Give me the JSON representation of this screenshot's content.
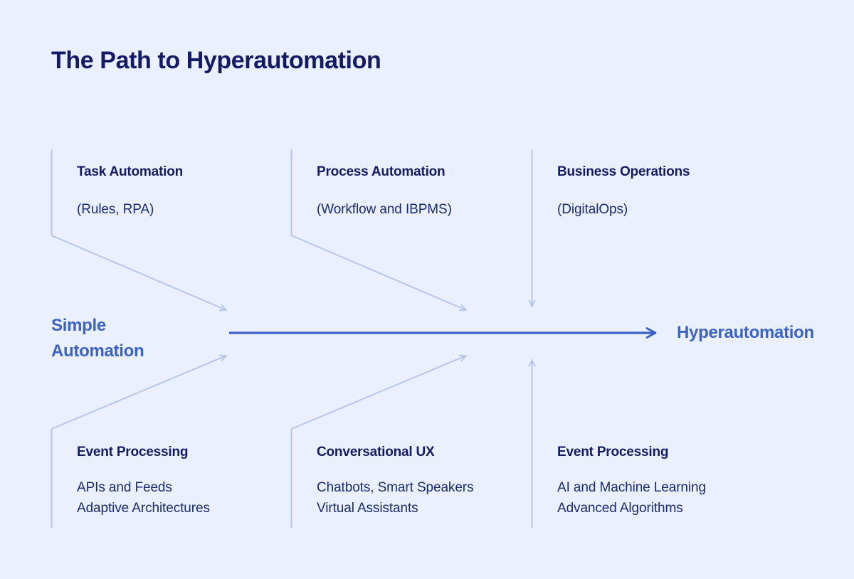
{
  "title": "The Path to Hyperautomation",
  "theme": {
    "background": "#eaf0fd",
    "heading_navy": "#141a66",
    "body_navy": "#1b2a74",
    "accent_blue": "#3a62c8",
    "connector_line": "#b9c6ec"
  },
  "axis": {
    "start_label": "Simple\nAutomation",
    "end_label": "Hyperautomation",
    "direction": "left-to-right",
    "arrow_color": "#3a62c8"
  },
  "top_stages": [
    {
      "title": "Task Automation",
      "description": "(Rules, RPA)",
      "connector": "elbow-down-right-arrow"
    },
    {
      "title": "Process Automation",
      "description": "(Workflow and IBPMS)",
      "connector": "elbow-down-right-arrow"
    },
    {
      "title": "Business Operations",
      "description": "(DigitalOps)",
      "connector": "vertical-down-arrow"
    }
  ],
  "bottom_stages": [
    {
      "title": "Event Processing",
      "description": "APIs and Feeds\nAdaptive Architectures",
      "connector": "elbow-up-right-arrow"
    },
    {
      "title": "Conversational UX",
      "description": "Chatbots, Smart Speakers\nVirtual Assistants",
      "connector": "elbow-up-right-arrow"
    },
    {
      "title": "Event Processing",
      "description": "AI and Machine Learning\nAdvanced Algorithms",
      "connector": "vertical-up-arrow"
    }
  ]
}
